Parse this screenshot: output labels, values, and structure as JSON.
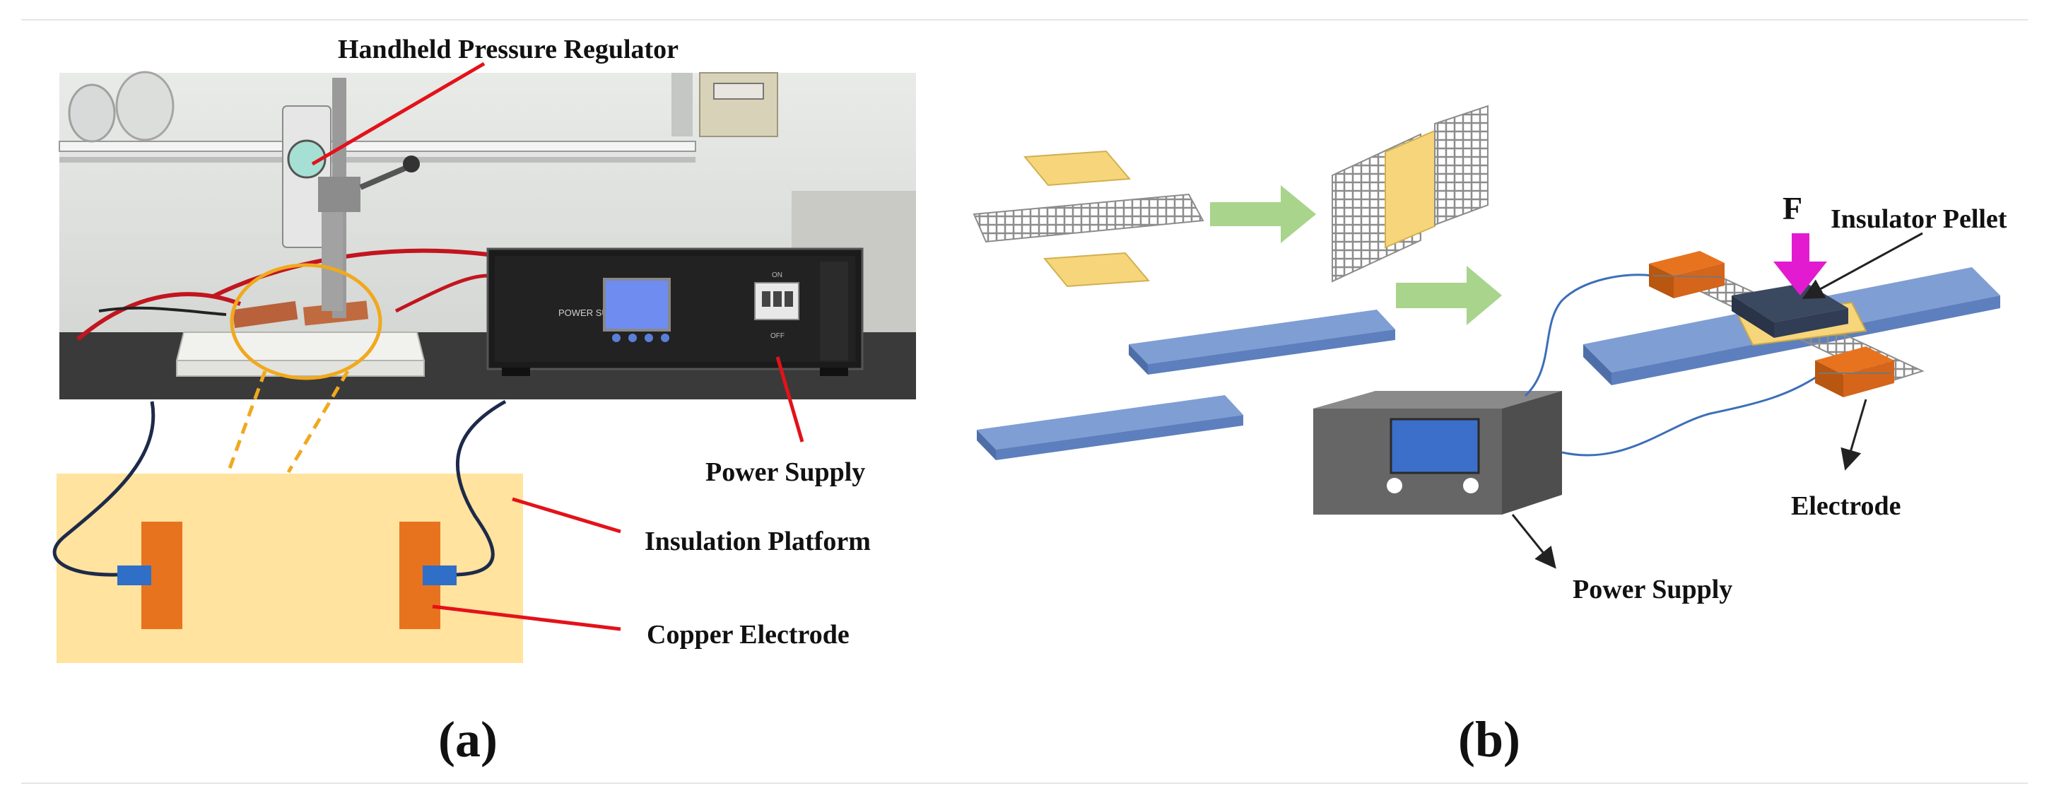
{
  "panel_a": {
    "label": "(a)",
    "photo": {
      "device_label": "POWER SUPPLY",
      "switch_on": "ON",
      "switch_off": "OFF"
    },
    "callouts": {
      "regulator": "Handheld Pressure Regulator",
      "power_supply": "Power Supply",
      "platform": "Insulation Platform",
      "electrode": "Copper Electrode"
    }
  },
  "panel_b": {
    "label": "(b)",
    "callouts": {
      "force": "F",
      "pellet": "Insulator Pellet",
      "electrode": "Electrode",
      "power_supply": "Power Supply"
    }
  },
  "colors": {
    "platform": "#ffe39e",
    "copper": "#e8731e",
    "connector": "#2f6fc7",
    "leader": "#e3121a",
    "dashed": "#f0a91e",
    "plate": "#7f9ed4",
    "pellet_tile": "#f7d57a",
    "arrow": "#a8d48c",
    "box": "#666666",
    "screen": "#3b6fc9",
    "force": "#e21bd1",
    "dark_pellet": "#3a4860"
  }
}
